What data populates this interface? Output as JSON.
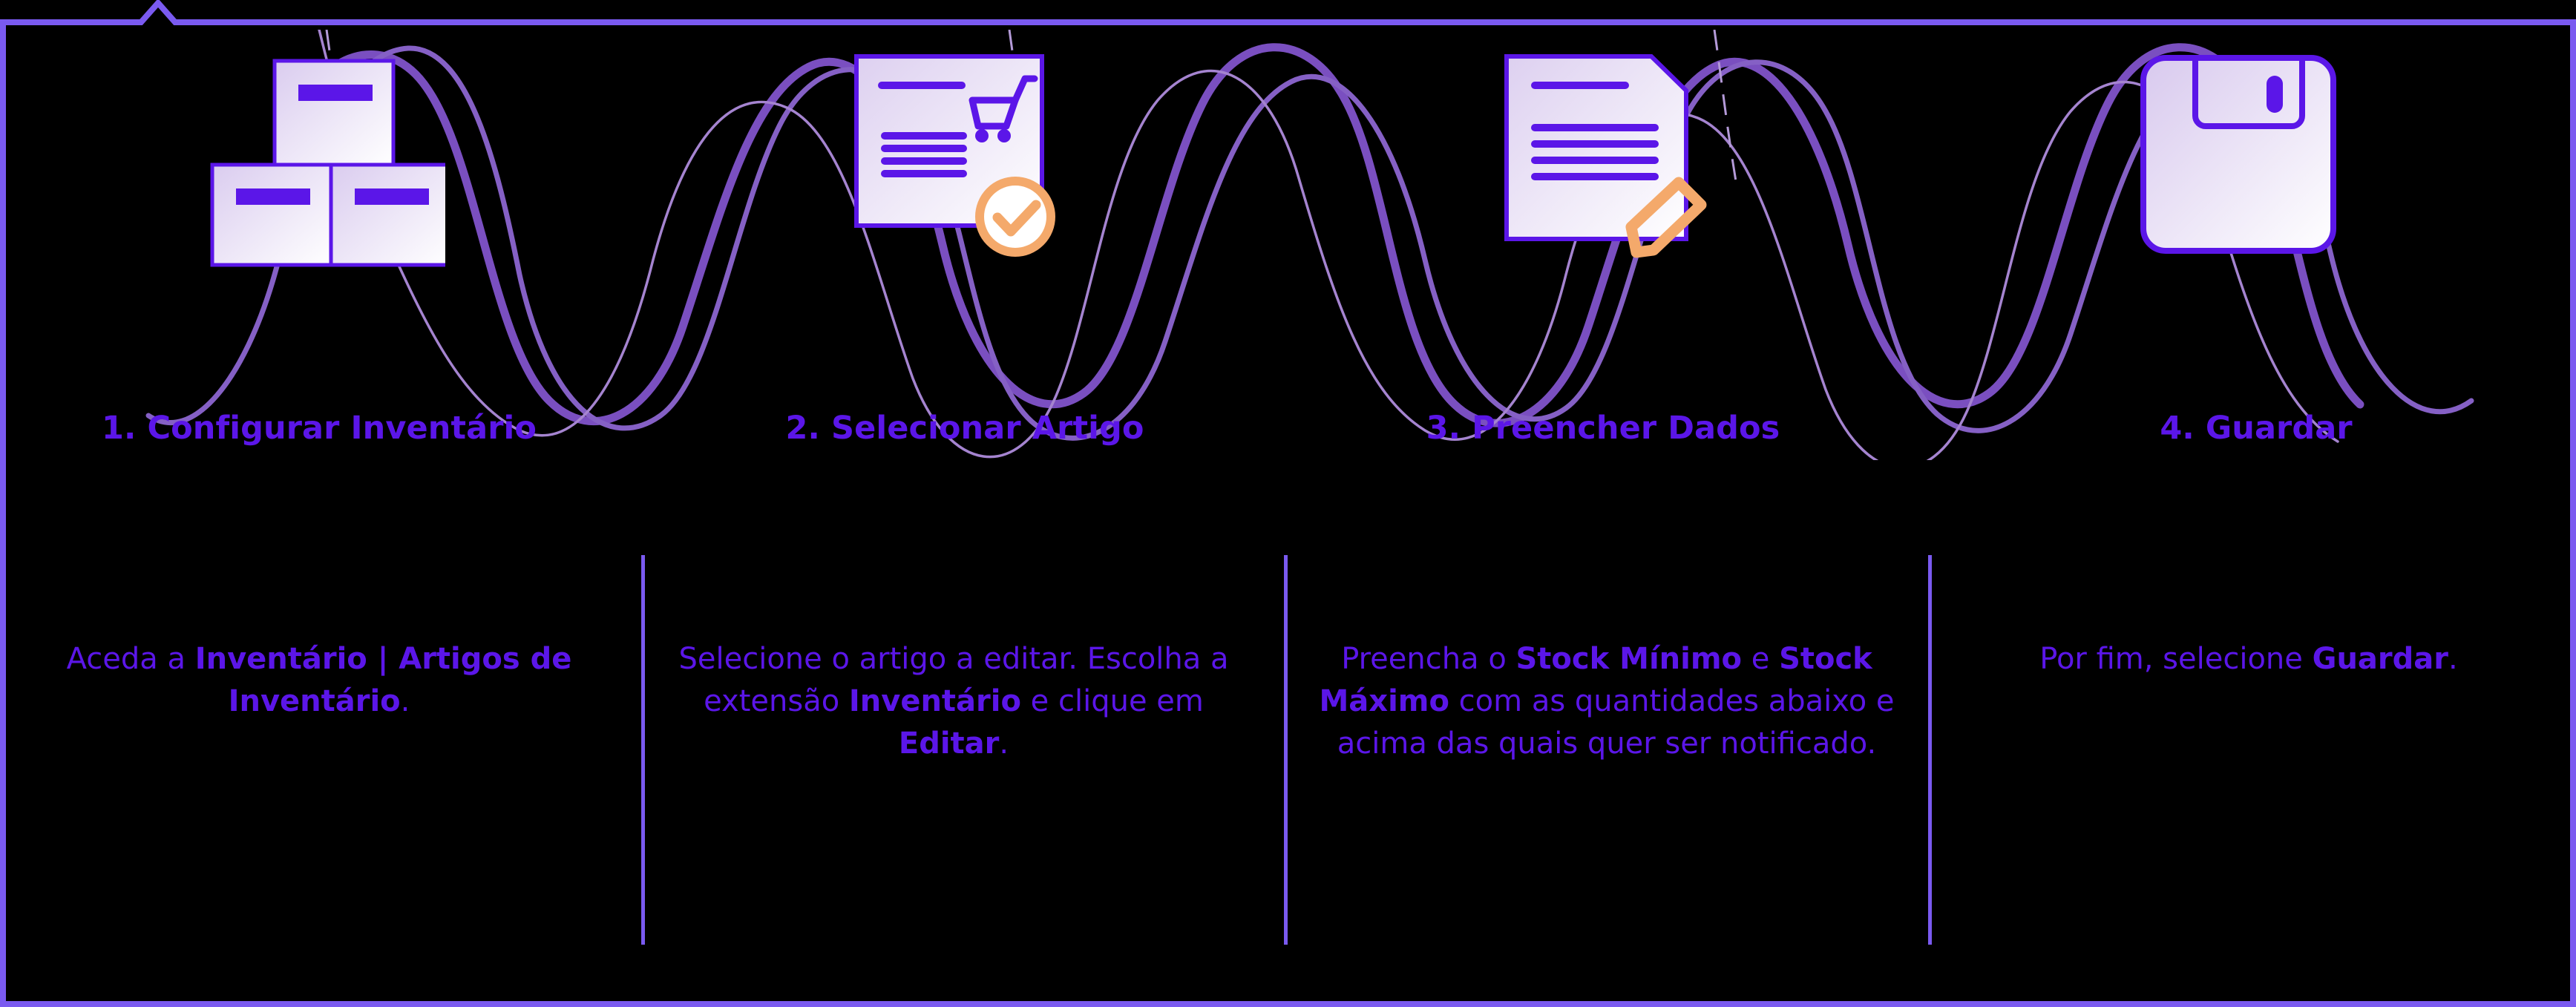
{
  "theme": {
    "background": "#000000",
    "frame_stroke": "#7A5AF0",
    "accent_purple": "#5B16E8",
    "wave_purple_thick": "#7A4FC0",
    "wave_purple_thin": "#9B72C8",
    "icon_outline": "#5B16E8",
    "icon_fill_top": "#DDD0F0",
    "icon_fill_bottom": "#FFFFFF",
    "orange_accent": "#F4A96B",
    "divider": "#7A5AF0"
  },
  "steps": [
    {
      "id": "configurar-inventario",
      "number": "1.",
      "title": "1. Configurar Inventário",
      "icon": "stacked-boxes-icon",
      "description_parts": [
        {
          "text": "Aceda a ",
          "bold": false
        },
        {
          "text": "Inventário | Artigos de Inventário",
          "bold": true
        },
        {
          "text": ".",
          "bold": false
        }
      ]
    },
    {
      "id": "selecionar-artigo",
      "number": "2.",
      "title": "2. Selecionar Artigo",
      "icon": "document-cart-check-icon",
      "description_parts": [
        {
          "text": "Selecione o artigo a editar. Escolha a extensão ",
          "bold": false
        },
        {
          "text": "Inventário",
          "bold": true
        },
        {
          "text": " e clique em ",
          "bold": false
        },
        {
          "text": "Editar",
          "bold": true
        },
        {
          "text": ".",
          "bold": false
        }
      ]
    },
    {
      "id": "preencher-dados",
      "number": "3.",
      "title": "3. Preencher Dados",
      "icon": "document-pencil-icon",
      "description_parts": [
        {
          "text": "Preencha o ",
          "bold": false
        },
        {
          "text": "Stock Mínimo",
          "bold": true
        },
        {
          "text": " e ",
          "bold": false
        },
        {
          "text": "Stock Máximo",
          "bold": true
        },
        {
          "text": " com as quantidades abaixo e acima das quais quer ser notificado.",
          "bold": false
        }
      ]
    },
    {
      "id": "guardar",
      "number": "4.",
      "title": "4. Guardar",
      "icon": "floppy-disk-save-icon",
      "description_parts": [
        {
          "text": "Por fim, selecione ",
          "bold": false
        },
        {
          "text": "Guardar",
          "bold": true
        },
        {
          "text": ".",
          "bold": false
        }
      ]
    }
  ]
}
